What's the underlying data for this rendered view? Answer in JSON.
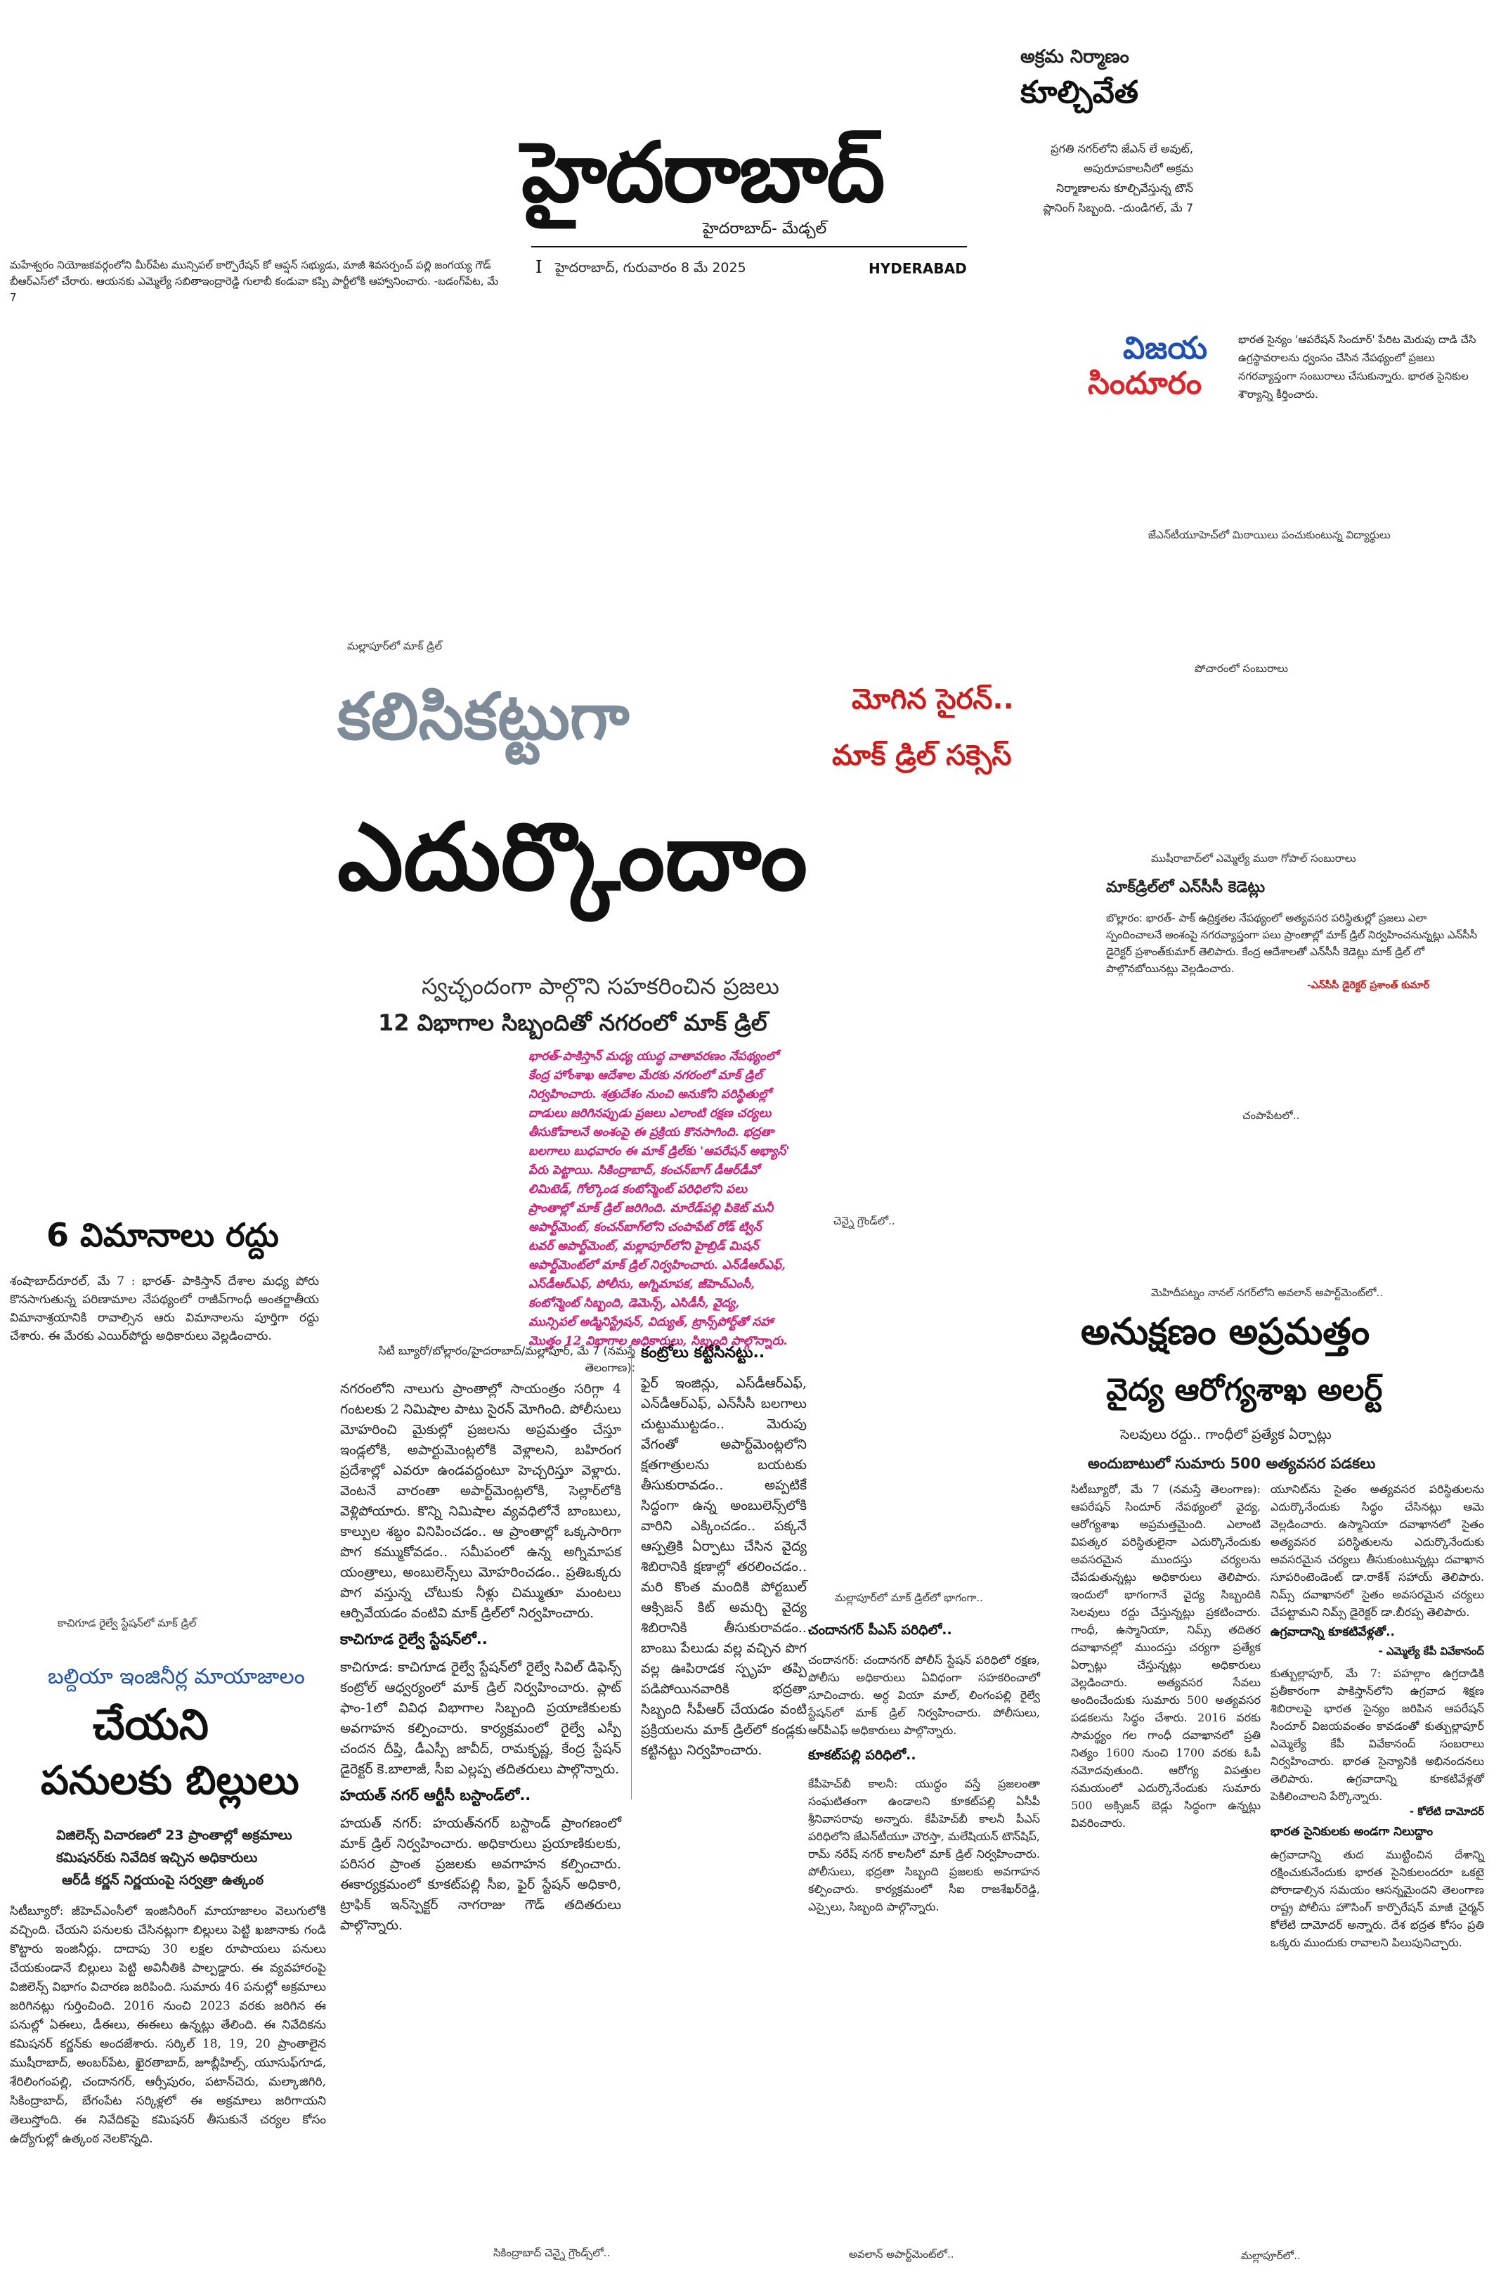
{
  "masthead": {
    "title": "హైదరాబాద్",
    "subtitle": "హైదరాబాద్- మేడ్చల్",
    "issue_no": "I",
    "dateline": "హైదరాబాద్, గురువారం 8 మే 2025",
    "edition": "HYDERABAD"
  },
  "top_left_brief": "మహేశ్వరం నియోజకవర్గంలోని మీర్‌పేట మున్సిపల్ కార్పొరేషన్ కో ఆప్షన్ సభ్యుడు, మాజీ శివసర్పంచ్ పల్లి జంగయ్య గౌడ్ బీఆర్ఎస్‌లో చేరారు. ఆయనకు ఎమ్మెల్యే సబితాఇంద్రారెడ్డి గులాబీ కండువా కప్పి పార్టీలోకి ఆహ్వానించారు. -బడంగ్‌పేట, మే 7",
  "top_right": {
    "kicker": "అక్రమ నిర్మాణం",
    "title": "కూల్చివేత",
    "body": "ప్రగతి నగర్‌లోని జేఎన్ లే అవుట్, అపురూపకాలనీలో అక్రమ నిర్మాణాలను కూల్చివేస్తున్న టౌన్ ప్లానింగ్ సిబ్బంది. -దుండిగల్, మే 7"
  },
  "vijaya": {
    "line1": "విజయ",
    "line2": "సిందూరం",
    "body": "భారత సైన్యం 'ఆపరేషన్ సిందూర్' పేరిట మెరుపు దాడి చేసి ఉగ్రస్థావరాలను ధ్వంసం చేసిన నేపథ్యంలో ప్రజలు నగరవ్యాప్తంగా సంబురాలు చేసుకున్నారు. భారత సైనికుల శౌర్యాన్ని కీర్తించారు.",
    "caption": "జేఎన్‌టీయూహెచ్‌లో మిఠాయిలు పంచుకుంటున్న విద్యార్థులు"
  },
  "lead": {
    "kicker": "మల్లాపూర్‌లో మాక్ డ్రిల్",
    "title_line1": "కలిసికట్టుగా",
    "title_line2": "ఎదుర్కొందాం",
    "red_line1": "మోగిన సైరన్..",
    "red_line2": "మాక్ డ్రిల్ సక్సెస్",
    "deck1": "స్వచ్ఛందంగా పాల్గొని సహకరించిన ప్రజలు",
    "deck2": "12 విభాగాల సిబ్బందితో నగరంలో మాక్ డ్రిల్",
    "pink_summary": "భారత్-పాకిస్తాన్ మధ్య యుద్ధ వాతావరణం నేపథ్యంలో కేంద్ర హోంశాఖ ఆదేశాల మేరకు నగరంలో మాక్ డ్రిల్ నిర్వహించారు. శత్రుదేశం నుంచి అనుకోని పరిస్థితుల్లో దాడులు జరిగినప్పుడు ప్రజలు ఎలాంటి రక్షణ చర్యలు తీసుకోవాలనే అంశంపై ఈ ప్రక్రియ కొనసాగింది. భద్రతా బలగాలు బుధవారం ఈ మాక్ డ్రిల్‌కు 'ఆపరేషన్ అభ్యాస్' పేరు పెట్టాయి. సికింద్రాబాద్, కంచన్‌బాగ్ డీఆర్‌డీవో లిమిటెడ్, గోల్కొండ కంటోన్మెంట్ పరిధిలోని పలు ప్రాంతాల్లో మాక్ డ్రిల్ జరిగింది. మారేడ్‌పల్లి పికెట్ మనీ అపార్ట్‌మెంట్, కంచన్‌బాగ్‌లోని చంపాపేట్ రోడ్ ట్విన్ టవర్ అపార్ట్‌మెంట్, మల్లాపూర్‌లోని హైబ్రిడ్ మిషన్ అపార్ట్‌మెంట్‌లో మాక్ డ్రిల్ నిర్వహించారు. ఎన్‌డీఆర్ఎఫ్, ఎస్‌డీఆర్ఎఫ్, పోలీసు, అగ్నిమాపక, జీహెచ్ఎంసీ, కంటోన్మెంట్ సిబ్బంది, డెమెన్స్, ఎసిడీసీ, వైద్య, మున్సిపల్ అడ్మినిస్ట్రేషన్, విద్యుత్, ట్రాన్స్‌పోర్ట్‌తో సహా మొత్తం 12 విభాగాల అధికారులు, సిబ్బంది పాల్గొన్నారు.",
    "dateline": "సిటీ బ్యూరో/బోల్లారం/హైదరాబాద్/మల్లాపూర్, మే 7 (నమస్తే తెలంగాణ):",
    "col1_p1": "నగరంలోని నాలుగు ప్రాంతాల్లో సాయంత్రం సరిగ్గా 4 గంటలకు 2 నిమిషాల పాటు సైరన్ మోగింది. పోలీసులు మోహరించి మైకుల్లో ప్రజలను అప్రమత్తం చేస్తూ ఇండ్లలోకి, అపార్టుమెంట్లలోకి వెళ్లాలని, బహిరంగ ప్రదేశాల్లో ఎవరూ ఉండవద్దంటూ హెచ్చరిస్తూ వెళ్లారు. వెంటనే వారంతా అపార్ట్‌మెంట్లలోకి, సెల్లార్‌లోకి వెళ్లిపోయారు. కొన్ని నిమిషాల వ్యవధిలోనే బాంబులు, కాల్పుల శబ్దం వినిపించడం.. ఆ ప్రాంతాల్లో ఒక్కసారిగా పొగ కమ్ముకోవడం.. సమీపంలో ఉన్న అగ్నిమాపక యంత్రాలు, అంబులెన్స్‌లు మోహరించడం.. ప్రతిఒక్కరు పొగ వస్తున్న చోటుకు నీళ్లు చిమ్ముతూ మంటలు ఆర్పివేయడం వంటివి మాక్ డ్రిల్‌లో నిర్వహించారు.",
    "sub1": "కాచిగూడ రైల్వే స్టేషన్‌లో..",
    "col1_p2": "కాచిగూడ: కాచిగూడ రైల్వే స్టేషన్‌లో రైల్వే సివిల్ డిఫెన్స్ కంట్రోల్ ఆధ్వర్యంలో మాక్ డ్రిల్ నిర్వహించారు. ప్లాట్ ఫాం-1లో వివిధ విభాగాల సిబ్బంది ప్రయాణికులకు అవగాహన కల్పించారు. కార్యక్రమంలో రైల్వే ఎస్పీ చందన దీప్తి, డీఎస్పీ జావీద్, రామకృష్ణ, కేంద్ర స్టేషన్ డైరెక్టర్ కె.బాలాజీ, సీఐ ఎల్లప్ప తదితరులు పాల్గొన్నారు.",
    "sub2": "హయత్ నగర్ ఆర్టీసీ బస్టాండ్‌లో..",
    "col1_p3": "హయత్ నగర్: హయత్‌నగర్ బస్టాండ్ ప్రాంగణంలో మాక్ డ్రిల్ నిర్వహించారు. అధికారులు ప్రయాణికులకు, పరిసర ప్రాంత ప్రజలకు అవగాహన కల్పించారు. ఈకార్యక్రమంలో కూకట్‌పల్లి సీఐ, ఫైర్ స్టేషన్ అధికారి, ట్రాఫిక్ ఇన్‌స్పెక్టర్ నాగరాజు గౌడ్ తదితరులు పాల్గొన్నారు.",
    "sub3": "కంట్రోలు కట్టేసినట్టు..",
    "col2_p1": "ఫైర్ ఇంజిన్లు, ఎస్‌డీఆర్ఎఫ్, ఎన్‌డీఆర్ఎఫ్, ఎన్‌సీసీ బలగాలు చుట్టుముట్టడం.. మెరుపు వేగంతో అపార్ట్‌మెంట్లలోని క్షతగాత్రులను బయటకు తీసుకురావడం.. అప్పటికే సిద్ధంగా ఉన్న అంబులెన్స్‌లోకి వారిని ఎక్కించడం.. పక్కనే ఆస్పత్రికి ఏర్పాటు చేసిన వైద్య శిబిరానికి క్షణాల్లో తరలించడం.. మరి కొంత మందికి పోర్టబుల్ ఆక్సిజన్ కిట్ అమర్చి వైద్య శిబిరానికి తీసుకురావడం.. బాంబు పేలుడు వల్ల వచ్చిన పొగ వల్ల ఊపిరాడక స్పృహ తప్పి పడిపోయినవారికి భద్రతా సిబ్బంది సీపీఆర్ చేయడం వంటి ప్రక్రియలను మాక్ డ్రిల్‌లో కండ్లకు కట్టినట్టు నిర్వహించారు."
  },
  "flights": {
    "title": "6 విమానాలు రద్దు",
    "body": "శంషాబాద్‌రూరల్, మే 7 : భారత్- పాకిస్తాన్ దేశాల మధ్య పోరు కొనసాగుతున్న పరిణామాల నేపథ్యంలో రాజీవ్‌గాంధీ అంతర్జాతీయ విమానాశ్రయానికి రావాల్సిన ఆరు విమానాలను పూర్తిగా రద్దు చేశారు. ఈ మేరకు ఎయిర్‌పోర్టు అధికారులు వెల్లడించారు."
  },
  "bills": {
    "kicker": "కాచిగూడ రైల్వే స్టేషన్‌లో మాక్ డ్రిల్",
    "deck": "బల్దియా ఇంజినీర్ల మాయాజాలం",
    "title1": "చేయని",
    "title2": "పనులకు బిల్లులు",
    "sub1": "విజిలెన్స్ విచారణలో 23 ప్రాంతాల్లో అక్రమాలు",
    "sub2": "కమిషనర్‌కు నివేదిక ఇచ్చిన అధికారులు",
    "sub3": "ఆర్‌డీ కర్ణన్ నిర్ణయంపై సర్వత్రా ఉత్కంఠ",
    "body": "సిటీబ్యూరో: జీహెచ్ఎంసీలో ఇంజినీరింగ్ మాయాజాలం వెలుగులోకి వచ్చింది. చేయని పనులకు చేసినట్లుగా బిల్లులు పెట్టి ఖజానాకు గండి కొట్టారు ఇంజినీర్లు. దాదాపు 30 లక్షల రూపాయలు పనులు చేయకుండానే బిల్లులు పెట్టి అవినీతికి పాల్పడ్డారు. ఈ వ్యవహారంపై విజిలెన్స్ విభాగం విచారణ జరిపింది. సుమారు 46 పనుల్లో అక్రమాలు జరిగినట్లు గుర్తించింది. 2016 నుంచి 2023 వరకు జరిగిన ఈ పనుల్లో ఏఈలు, డీఈలు, ఈఈలు ఉన్నట్లు తేలింది. ఈ నివేదికను కమిషనర్ కర్ణన్‌కు అందజేశారు. సర్కిల్ 18, 19, 20 ప్రాంతాలైన ముషీరాబాద్, అంబర్‌పేట, ఖైరతాబాద్, జూబ్లీహిల్స్, యూసుఫ్‌గూడ, శేరిలింగంపల్లి, చందానగర్, ఆర్సీపురం, పటాన్‌చెరు, మల్కాజిగిరి, సికింద్రాబాద్, బేగంపేట సర్కిళ్లలో ఈ అక్రమాలు జరిగాయని తెలుస్తోంది. ఈ నివేదికపై కమిషనర్ తీసుకునే చర్యల కోసం ఉద్యోగుల్లో ఉత్కంఠ నెలకొన్నది."
  },
  "ncc": {
    "caption_top": "పోచారంలో సంబురాలు",
    "kicker": "ముషీరాబాద్‌లో ఎమ్మెల్యే ముఠా గోపాల్ సంబురాలు",
    "title": "మాక్‌డ్రిల్‌లో ఎన్‌సీసీ కెడెట్లు",
    "body": "బొల్లారం: భారత్- పాక్ ఉద్రిక్తతల నేపథ్యంలో అత్యవసర పరిస్థితుల్లో ప్రజలు ఎలా స్పందించాలనే అంశంపై నగరవ్యాప్తంగా పలు ప్రాంతాల్లో మాక్ డ్రిల్ నిర్వహించనున్నట్లు ఎన్‌సీసీ డైరెక్టర్ ప్రశాంత్‌కుమార్ తెలిపారు. కేంద్ర ఆదేశాలతో ఎన్‌సీసీ కెడెట్లు మాక్ డ్రిల్ లో పాల్గొనబోయినట్లు వెల్లడించారు.",
    "byline": "-ఎన్‌సీసీ డైరెక్టర్ ప్రశాంత్ కుమార్",
    "caption_mid": "చంపాపేటలో..",
    "caption_left": "చెన్నై గ్రౌండ్‌లో.."
  },
  "alert": {
    "kicker": "మెహిదీపట్నం నానల్ నగర్‌లోని అవలాన్ అపార్ట్‌మెంట్‌లో..",
    "title1": "అనుక్షణం అప్రమత్తం",
    "title2": "వైద్య ఆరోగ్యశాఖ అలర్ట్",
    "sub1": "సెలవులు రద్దు.. గాంధీలో ప్రత్యేక ఏర్పాట్లు",
    "sub2": "అందుబాటులో సుమారు 500 అత్యవసర పడకలు",
    "col1": "సిటీబ్యూరో, మే 7 (నమస్తే తెలంగాణ): ఆపరేషన్ సిందూర్ నేపథ్యంలో వైద్య, ఆరోగ్యశాఖ అప్రమత్తమైంది. ఎలాంటి విపత్కర పరిస్థితులైనా ఎదుర్కొనేందుకు అవసరమైన ముందస్తు చర్యలను చేపడుతున్నట్లు అధికారులు తెలిపారు. ఇందులో భాగంగానే వైద్య సిబ్బందికి సెలవులు రద్దు చేస్తున్నట్లు ప్రకటించారు. గాంధీ, ఉస్మానియా, నిమ్స్ తదితర దవాఖానల్లో ముందస్తు చర్యగా ప్రత్యేక ఏర్పాట్లు చేస్తున్నట్లు అధికారులు వెల్లడించారు. అత్యవసర సేవలు అందించేందుకు సుమారు 500 అత్యవసర పడకలను సిద్ధం చేశారు. 2016 వరకు సామర్థ్యం గల గాంధీ దవాఖానలో ప్రతి నిత్యం 1600 నుంచి 1700 వరకు ఓపీ నమోదవుతుంది. ఆరోగ్య విపత్తుల సమయంలో ఎదుర్కొనేందుకు సుమారు 500 అక్సిజన్ బెడ్లు సిద్ధంగా ఉన్నట్లు వివరించారు.",
    "col2": "యూనిట్‌ను సైతం అత్యవసర పరిస్థితులను ఎదుర్కొనేందుకు సిద్ధం చేసినట్లు ఆమె వెల్లడించారు. ఉస్మానియా దవాఖానలో సైతం అత్యవసర పరిస్థితులను ఎదుర్కొనేందుకు అవసరమైన చర్యలు తీసుకుంటున్నట్లు దవాఖాన సూపరింటెండెంట్ డా.రాకేశ్ సహాయ్ తెలిపారు. నిమ్స్ దవాఖానలో సైతం అవసరమైన చర్యలు చేపట్టామని నిమ్స్ డైరెక్టర్ డా.బీరప్ప తెలిపారు.",
    "sub_right": "ఉగ్రవాదాన్ని కూకటివేళ్లతో..",
    "byline_right": "- ఎమ్మెల్యే కేపీ వివేకానంద్",
    "col2_b": "కుత్బుల్లాపూర్, మే 7: పహల్గాం ఉగ్రదాడికి ప్రతీకారంగా పాకిస్తాన్‌లోని ఉగ్రవాద శిక్షణ శిబిరాలపై భారత సైన్యం జరిపిన ఆపరేషన్ సిందూర్ విజయవంతం కావడంతో కుత్బుల్లాపూర్ ఎమ్మెల్యే కేపీ వివేకానంద్ సంబరాలు నిర్వహించారు. భారత సైన్యానికి అభినందనలు తెలిపారు. ఉగ్రవాదాన్ని కూకటివేళ్లతో పెకిలించాలని పేర్కొన్నారు.",
    "byline_right2": "- కోలేటి దామోదర్",
    "sub_right2": "భారత సైనికులకు అండగా నిలుద్దాం",
    "col2_c": "ఉగ్రవాదాన్ని తుద ముట్టించిన దేశాన్ని రక్షించుకునేందుకు భారత సైనికులందరూ ఒకటై పోరాడాల్సిన సమయం ఆసన్నమైందని తెలంగాణ రాష్ట్ర పోలీసు హౌసింగ్ కార్పొరేషన్ మాజీ చైర్మన్ కోలేటి దామోదర్ అన్నారు. దేశ భద్రత కోసం ప్రతి ఒక్కరు ముందుకు రావాలని పిలుపునిచ్చారు."
  },
  "chandanagar": {
    "kicker": "మల్లాపూర్‌లో మాక్ డ్రిల్‌లో భాగంగా..",
    "sub1": "చందానగర్ పీఎస్ పరిధిలో..",
    "p1": "చందానగర్: చందానగర్ పోలీస్ స్టేషన్ పరిధిలో రక్షణ, పోలీసు అధికారులు ఏవిధంగా సహకరించాలో సూచించారు. అర్ధ వియా మాల్, లింగంపల్లి రైల్వే స్టేషన్‌లో మాక్ డ్రిల్ నిర్వహించారు. పోలీసులు, ఆర్‌పీఎఫ్ అధికారులు పాల్గొన్నారు.",
    "sub2": "కూకట్‌పల్లి పరిధిలో..",
    "p2": "కేపీహెచ్‌బీ కాలనీ: యుద్ధం వస్తే ప్రజలంతా సంఘటితంగా ఉండాలని కూకట్‌పల్లి ఏసీపీ శ్రీనివాసరావు అన్నారు. కేపీహెచ్‌బీ కాలనీ పీఎస్ పరిధిలోని జేఎన్‌టీయూ చౌరస్తా, మలేషియన్ టౌన్‌షిప్, రామ్ నరేష్ నగర్ కాలనీలో మాక్ డ్రిల్ నిర్వహించారు. పోలీసులు, భద్రతా సిబ్బంది ప్రజలకు అవగాహన కల్పించారు. కార్యక్రమంలో సీఐ రాజశేఖర్‌రెడ్డి, ఎస్సైలు, సిబ్బంది పాల్గొన్నారు."
  },
  "bottom_captions": {
    "c1": "సికింద్రాబాద్ చెన్నై గ్రౌండ్స్‌లో..",
    "c2": "అవలాన్ అపార్ట్‌మెంట్‌లో..",
    "c3": "మల్లాపూర్‌లో.."
  },
  "colors": {
    "lead_grey": "#7d8c98",
    "red": "#d01a1a",
    "pink": "#d6197a",
    "vijaya_blue": "#1d4fb4",
    "vijaya_red": "#e0232a"
  }
}
